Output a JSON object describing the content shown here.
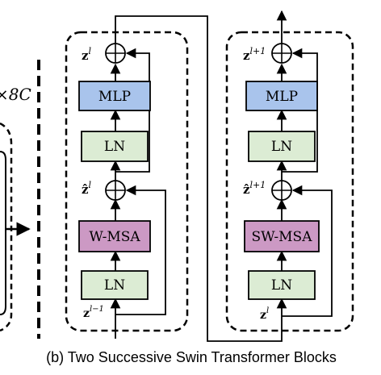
{
  "left_fragment": {
    "partial_label": "×8C"
  },
  "block1": {
    "norm1": "LN",
    "attn": "W-MSA",
    "norm2": "LN",
    "mlp": "MLP",
    "in_base": "z",
    "in_sup": "l−1",
    "mid_base": "ẑ",
    "mid_sup": "l",
    "out_base": "z",
    "out_sup": "l"
  },
  "block2": {
    "norm1": "LN",
    "attn": "SW-MSA",
    "norm2": "LN",
    "mlp": "MLP",
    "in_base": "z",
    "in_sup": "l",
    "mid_base": "ẑ",
    "mid_sup": "l+1",
    "out_base": "z",
    "out_sup": "l+1"
  },
  "caption": "(b) Two Successive Swin Transformer Blocks",
  "colors": {
    "ln_fill": "#dcecd4",
    "attn_fill": "#cc99c4",
    "mlp_fill": "#a9c4ec",
    "stroke": "#000000"
  }
}
